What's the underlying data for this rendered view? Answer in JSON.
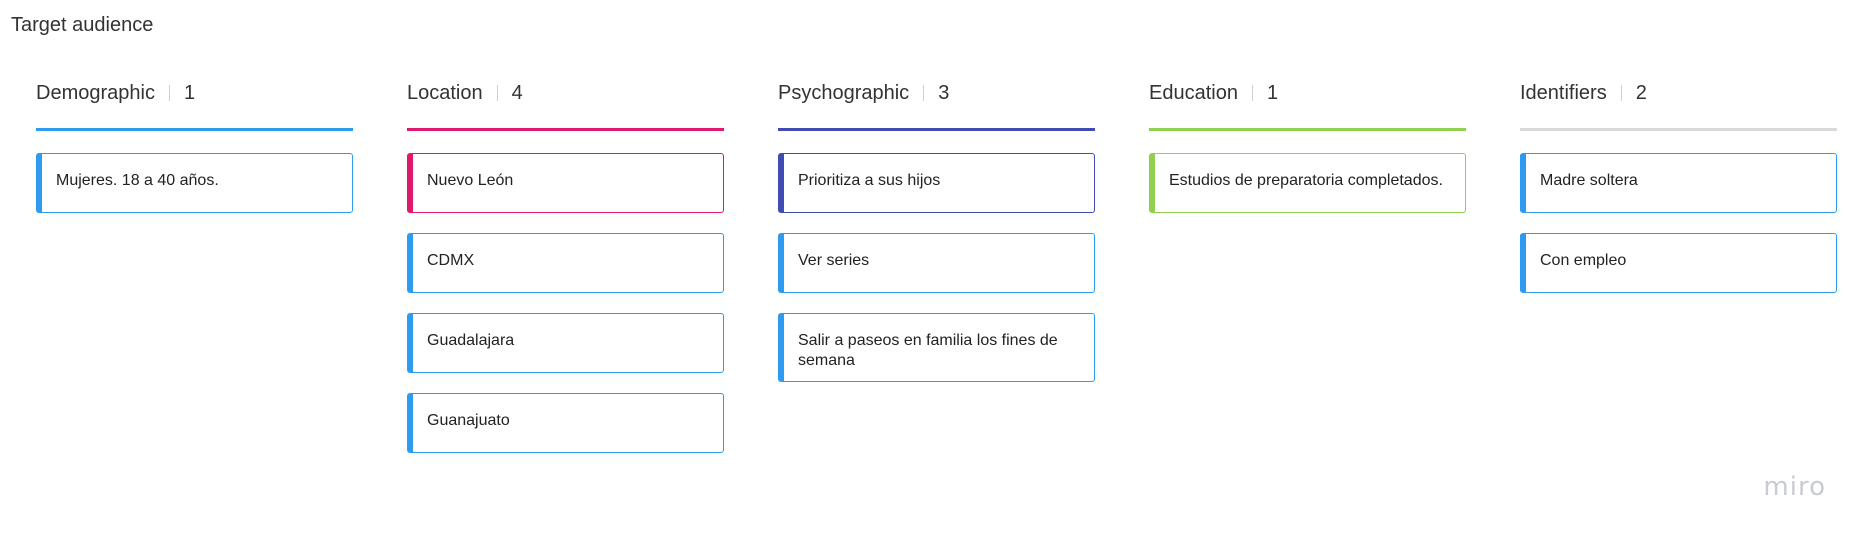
{
  "board": {
    "title": "Target audience",
    "watermark": "miro"
  },
  "columns": [
    {
      "name": "Demographic",
      "count": "1",
      "color": "#2d9bf0",
      "cards": [
        {
          "text": "Mujeres. 18 a 40 años.",
          "color": "#2d9bf0"
        }
      ]
    },
    {
      "name": "Location",
      "count": "4",
      "color": "#e0196e",
      "cards": [
        {
          "text": "Nuevo León",
          "color": "#e0196e"
        },
        {
          "text": "CDMX",
          "color": "#2d9bf0"
        },
        {
          "text": "Guadalajara",
          "color": "#2d9bf0"
        },
        {
          "text": "Guanajuato",
          "color": "#2d9bf0"
        }
      ]
    },
    {
      "name": "Psychographic",
      "count": "3",
      "color": "#414bb2",
      "cards": [
        {
          "text": "Prioritiza a sus hijos",
          "color": "#414bb2"
        },
        {
          "text": "Ver series",
          "color": "#2d9bf0"
        },
        {
          "text": "Salir a paseos en familia los fines de semana",
          "color": "#2d9bf0"
        }
      ]
    },
    {
      "name": "Education",
      "count": "1",
      "color": "#8fd14f",
      "cards": [
        {
          "text": "Estudios de preparatoria completados.",
          "color": "#8fd14f"
        }
      ]
    },
    {
      "name": "Identifiers",
      "count": "2",
      "color": "#d9d9d9",
      "cards": [
        {
          "text": "Madre soltera",
          "color": "#2d9bf0"
        },
        {
          "text": "Con empleo",
          "color": "#2d9bf0"
        }
      ]
    }
  ]
}
